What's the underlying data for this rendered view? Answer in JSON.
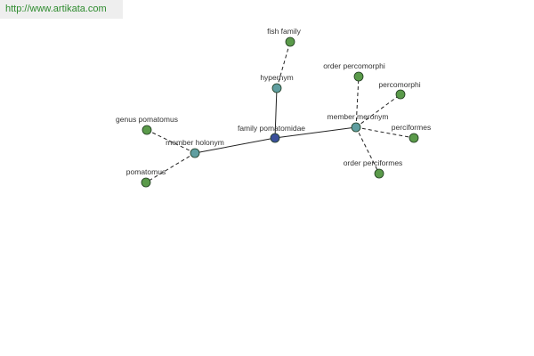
{
  "source_link": {
    "text": "http://www.artikata.com"
  },
  "colors": {
    "leaf_node": "#5a9a4a",
    "relation_node": "#5f9ea0",
    "center_node": "#3a4f9a",
    "node_stroke": "#1f3a1f",
    "solid_edge": "#222222",
    "dashed_edge": "#222222",
    "label_text": "#333333",
    "link_text": "#2e8b2e"
  },
  "graph": {
    "center": {
      "id": "family-pomatomidae",
      "label": "family pomatomidae",
      "kind": "center"
    },
    "relations": [
      {
        "id": "hypernym",
        "label": "hypernym",
        "kind": "relation",
        "targets": [
          {
            "id": "fish-family",
            "label": "fish family"
          }
        ]
      },
      {
        "id": "member-meronym",
        "label": "member meronym",
        "kind": "relation",
        "targets": [
          {
            "id": "order-percomorphi",
            "label": "order percomorphi"
          },
          {
            "id": "percomorphi",
            "label": "percomorphi"
          },
          {
            "id": "perciformes",
            "label": "perciformes"
          },
          {
            "id": "order-perciformes",
            "label": "order perciformes"
          }
        ]
      },
      {
        "id": "member-holonym",
        "label": "member holonym",
        "kind": "relation",
        "targets": [
          {
            "id": "genus-pomatomus",
            "label": "genus pomatomus"
          },
          {
            "id": "pomatomus",
            "label": "pomatomus"
          }
        ]
      }
    ]
  }
}
